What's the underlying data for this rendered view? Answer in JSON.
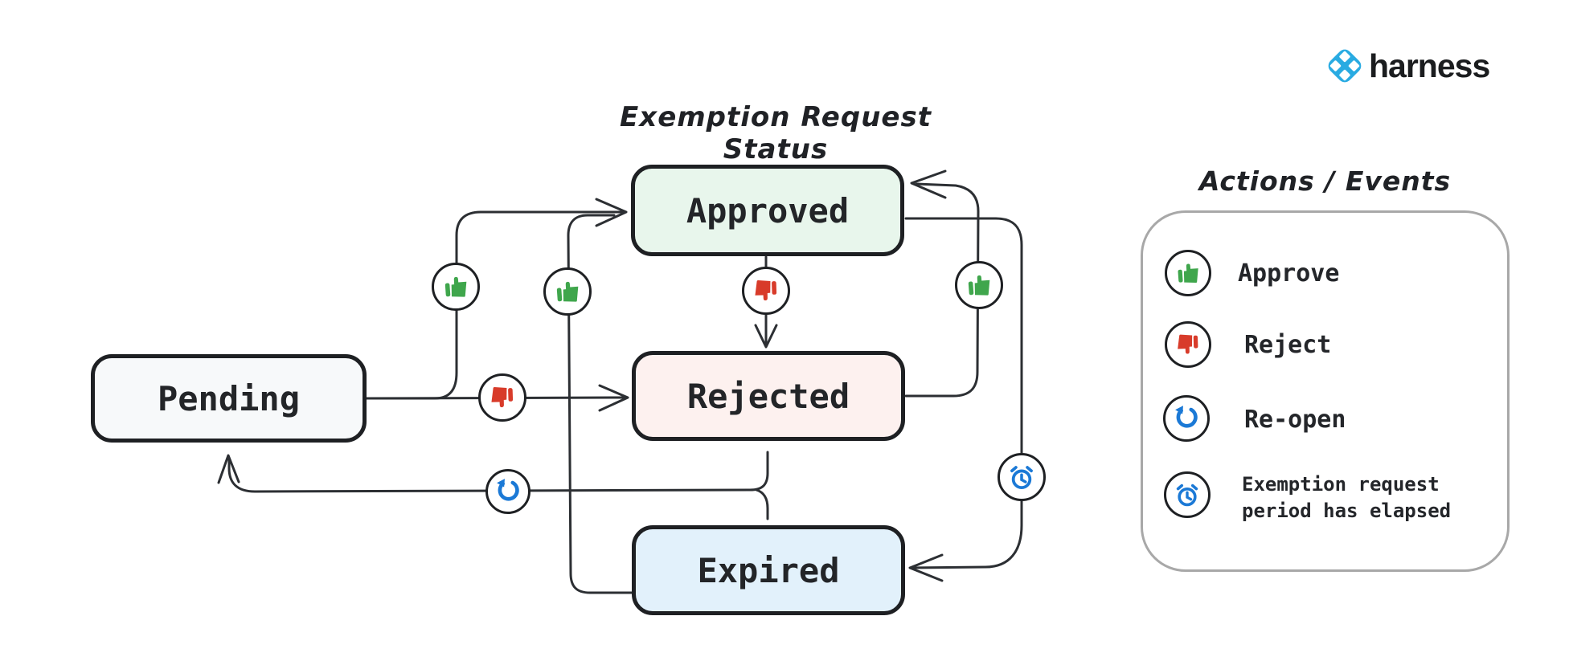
{
  "brand": {
    "name": "harness",
    "logo_color": "#29abe2"
  },
  "diagram": {
    "title": "Exemption Request Status",
    "states": [
      {
        "id": "pending",
        "label": "Pending",
        "fill": "#f7f9fa"
      },
      {
        "id": "approved",
        "label": "Approved",
        "fill": "#e8f6ec"
      },
      {
        "id": "rejected",
        "label": "Rejected",
        "fill": "#fdf1ef"
      },
      {
        "id": "expired",
        "label": "Expired",
        "fill": "#e2f1fb"
      }
    ],
    "transitions": [
      {
        "from": "Pending",
        "to": "Approved",
        "action": "Approve"
      },
      {
        "from": "Pending",
        "to": "Rejected",
        "action": "Reject"
      },
      {
        "from": "Approved",
        "to": "Rejected",
        "action": "Reject"
      },
      {
        "from": "Rejected",
        "to": "Approved",
        "action": "Approve"
      },
      {
        "from": "Expired",
        "to": "Approved",
        "action": "Approve"
      },
      {
        "from": "Approved",
        "to": "Expired",
        "action": "Exemption request period has elapsed"
      },
      {
        "from": "Rejected",
        "to": "Pending",
        "action": "Re-open"
      },
      {
        "from": "Expired",
        "to": "Pending",
        "action": "Re-open"
      }
    ],
    "icon_colors": {
      "approve": "#3fa64c",
      "reject": "#d83b2a",
      "reopen": "#1b79d6",
      "elapsed": "#1b79d6"
    }
  },
  "legend": {
    "title": "Actions / Events",
    "items": [
      {
        "icon": "thumbs-up-icon",
        "label": "Approve"
      },
      {
        "icon": "thumbs-down-icon",
        "label": "Reject"
      },
      {
        "icon": "reopen-icon",
        "label": "Re-open"
      },
      {
        "icon": "alarm-clock-icon",
        "label": "Exemption request period has elapsed"
      }
    ]
  }
}
